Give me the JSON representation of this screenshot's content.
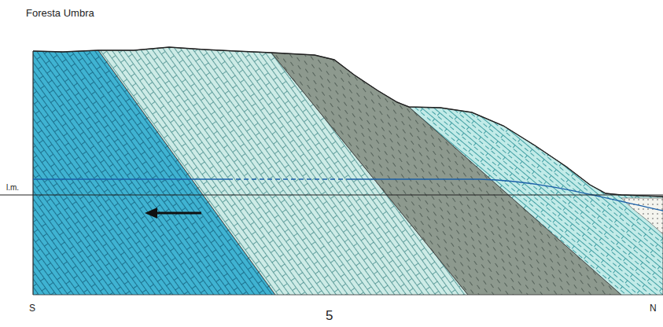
{
  "diagram": {
    "title": "Foresta Umbra",
    "labels": [
      "l.m.",
      "S",
      "5",
      "N"
    ]
  }
}
